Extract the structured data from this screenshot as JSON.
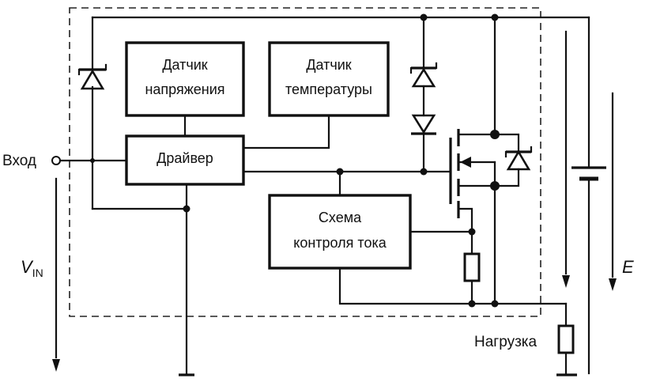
{
  "blocks": {
    "voltage_sensor": [
      "Датчик",
      "напряжения"
    ],
    "temperature_sensor": [
      "Датчик",
      "температуры"
    ],
    "driver": "Драйвер",
    "current_control": [
      "Схема",
      "контроля тока"
    ]
  },
  "labels": {
    "input": "Вход",
    "vin_main": "V",
    "vin_sub": "IN",
    "load": "Нагрузка",
    "supply": "E"
  }
}
